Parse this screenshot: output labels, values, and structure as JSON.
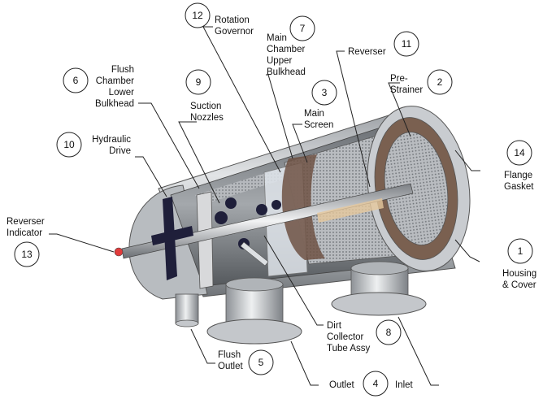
{
  "callouts": [
    {
      "id": "c1",
      "number": "1",
      "lines": [
        "Housing",
        "& Cover"
      ]
    },
    {
      "id": "c2",
      "number": "2",
      "lines": [
        "Pre-",
        "Strainer"
      ]
    },
    {
      "id": "c3",
      "number": "3",
      "lines": [
        "Main",
        "Screen"
      ]
    },
    {
      "id": "c4",
      "number": "4",
      "lines": [
        "Outlet"
      ]
    },
    {
      "id": "c5",
      "number": "5",
      "lines": [
        "Flush",
        "Outlet"
      ]
    },
    {
      "id": "c6",
      "number": "6",
      "lines": [
        "Flush",
        "Chamber",
        "Lower",
        "Bulkhead"
      ]
    },
    {
      "id": "c7",
      "number": "7",
      "lines": [
        "Main",
        "Chamber",
        "Upper",
        "Bulkhead"
      ]
    },
    {
      "id": "c8",
      "number": "8",
      "lines": [
        "Dirt",
        "Collector",
        "Tube Assy"
      ]
    },
    {
      "id": "c9",
      "number": "9",
      "lines": [
        "Suction",
        "Nozzles"
      ]
    },
    {
      "id": "c10",
      "number": "10",
      "lines": [
        "Hydraulic",
        "Drive"
      ]
    },
    {
      "id": "c11",
      "number": "11",
      "lines": [
        "Reverser"
      ]
    },
    {
      "id": "c12",
      "number": "12",
      "lines": [
        "Rotation",
        "Governor"
      ]
    },
    {
      "id": "c13",
      "number": "13",
      "lines": [
        "Reverser",
        "Indicator"
      ]
    },
    {
      "id": "c14",
      "number": "14",
      "lines": [
        "Flange",
        "Gasket"
      ]
    },
    {
      "id": "c4b",
      "number": "",
      "lines": [
        "Inlet"
      ]
    }
  ]
}
